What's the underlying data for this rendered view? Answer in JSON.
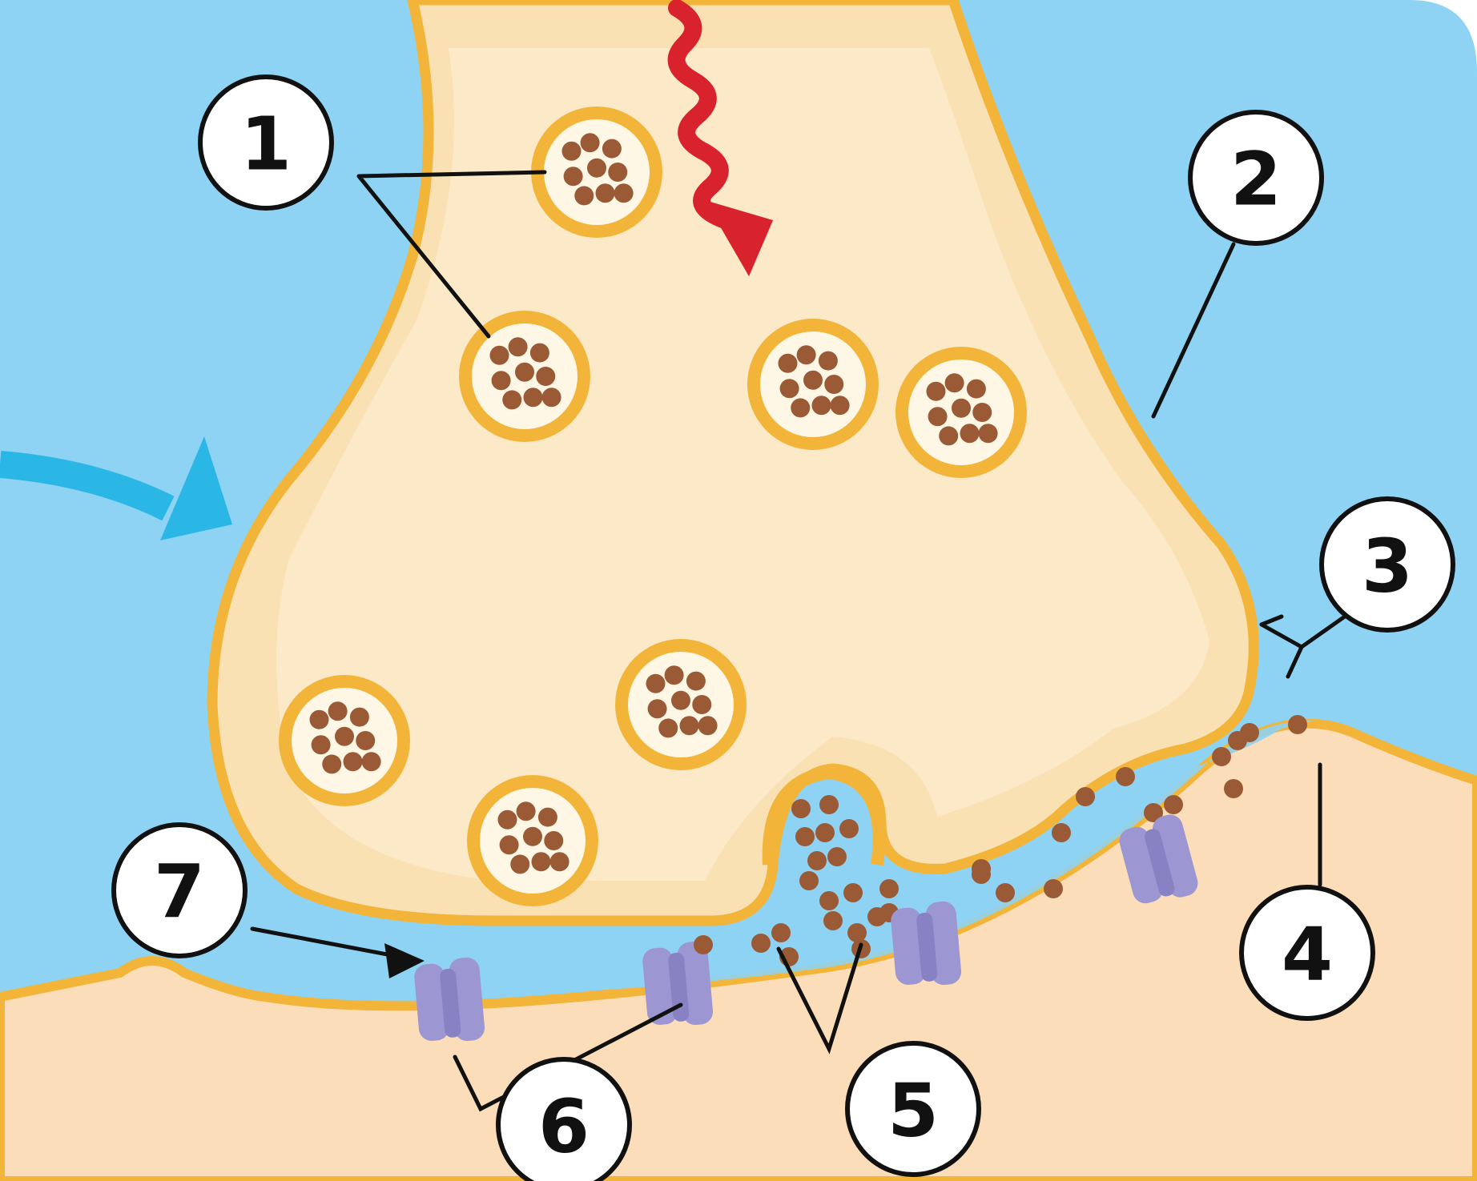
{
  "colors": {
    "background_fluid": "#8ED3F3",
    "terminal_fill": "#F9E1B3",
    "terminal_inner": "#FCEBCD",
    "membrane": "#F2B53A",
    "postsynaptic_fill": "#FBDDB9",
    "cleft": "#8ED3F3",
    "neurotransmitter": "#9B5A36",
    "receptor": "#9C97D2",
    "signal_arrow": "#D8232F",
    "flow_arrow": "#2BB7E6",
    "label_ink": "#111111"
  },
  "icons": {
    "signal": "red-wavy-arrow-icon",
    "flow": "blue-curved-arrow-icon"
  },
  "labels": [
    {
      "id": "1",
      "text": "1"
    },
    {
      "id": "2",
      "text": "2"
    },
    {
      "id": "3",
      "text": "3"
    },
    {
      "id": "4",
      "text": "4"
    },
    {
      "id": "5",
      "text": "5"
    },
    {
      "id": "6",
      "text": "6"
    },
    {
      "id": "7",
      "text": "7"
    }
  ]
}
